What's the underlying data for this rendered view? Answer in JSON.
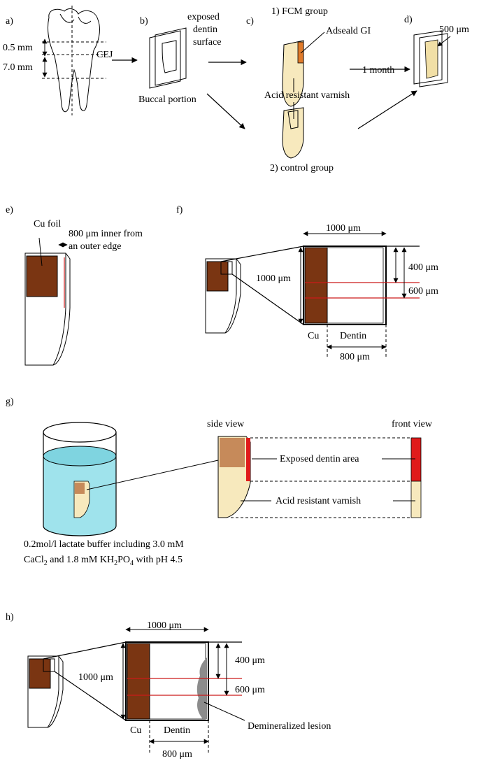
{
  "panels": {
    "a": "a)",
    "b": "b)",
    "c": "c)",
    "d": "d)",
    "e": "e)",
    "f": "f)",
    "g": "g)",
    "h": "h)"
  },
  "a": {
    "dim1": "0.5 mm",
    "dim2": "7.0 mm",
    "cej": "CEJ"
  },
  "b": {
    "exposed_line1": "exposed",
    "exposed_line2": "dentin",
    "exposed_line3": "surface",
    "buccal": "Buccal portion"
  },
  "c": {
    "fcm": "1) FCM group",
    "adseald": "Adseald GI",
    "varnish": "Acid resistant varnish",
    "control": "2) control group"
  },
  "d": {
    "thickness": "500 μm",
    "month": "1 month"
  },
  "e": {
    "cu_foil": "Cu foil",
    "inner_line1": "800  μm inner  from",
    "inner_line2": "an outer edge"
  },
  "f": {
    "width": "1000 μm",
    "height": "1000 μm",
    "d400": "400 μm",
    "d600": "600 μm",
    "cu": "Cu",
    "dentin": "Dentin",
    "d800": "800 μm"
  },
  "g": {
    "side_view": "side view",
    "front_view": "front view",
    "exposed_area": "Exposed dentin area",
    "varnish": "Acid resistant varnish",
    "buffer_line1": "0.2mol/l lactate buffer including 3.0 mM",
    "buffer_line2_a": "CaCl",
    "buffer_line2_sub1": "2",
    "buffer_line2_b": " and 1.8 mM KH",
    "buffer_line2_sub2": "2",
    "buffer_line2_c": "PO",
    "buffer_line2_sub3": "4",
    "buffer_line2_d": " with pH 4.5"
  },
  "h": {
    "width": "1000 μm",
    "height": "1000 μm",
    "d400": "400 μm",
    "d600": "600 μm",
    "cu": "Cu",
    "dentin": "Dentin",
    "d800": "800 μm",
    "lesion": "Demineralized lesion"
  },
  "colors": {
    "cu": "#7a3512",
    "red": "#cc1a1a",
    "beige": "#f7e9bd",
    "orange": "#e07a2a",
    "liquid": "#9fe3ec",
    "lesion": "#8c8c8c"
  }
}
